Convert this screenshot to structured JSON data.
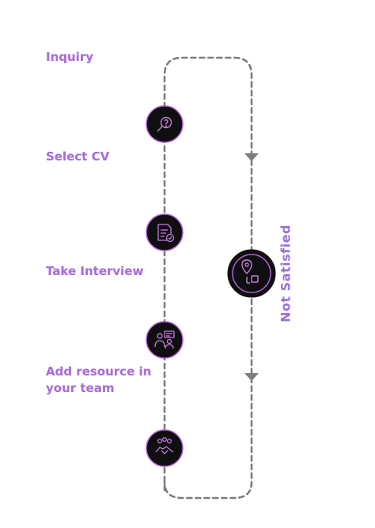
{
  "steps": [
    {
      "label_lines": [
        "Inquiry"
      ],
      "icon": "magnifier-question-icon"
    },
    {
      "label_lines": [
        "Select CV"
      ],
      "icon": "cv-document-check-icon"
    },
    {
      "label_lines": [
        "Take Interview"
      ],
      "icon": "interview-people-chat-icon"
    },
    {
      "label_lines": [
        "Add resource in",
        "your team"
      ],
      "icon": "handshake-team-icon"
    }
  ],
  "side_node": {
    "label": "Not Satisfied",
    "icon": "location-person-icon"
  },
  "colors": {
    "node_fill": "#0f0f0f",
    "node_ring": "#b25fd6",
    "icon_stroke": "#c77be0",
    "connector": "#7d7d7d",
    "label_text": "#a96ed8",
    "side_label_text": "#9b6fd8"
  }
}
